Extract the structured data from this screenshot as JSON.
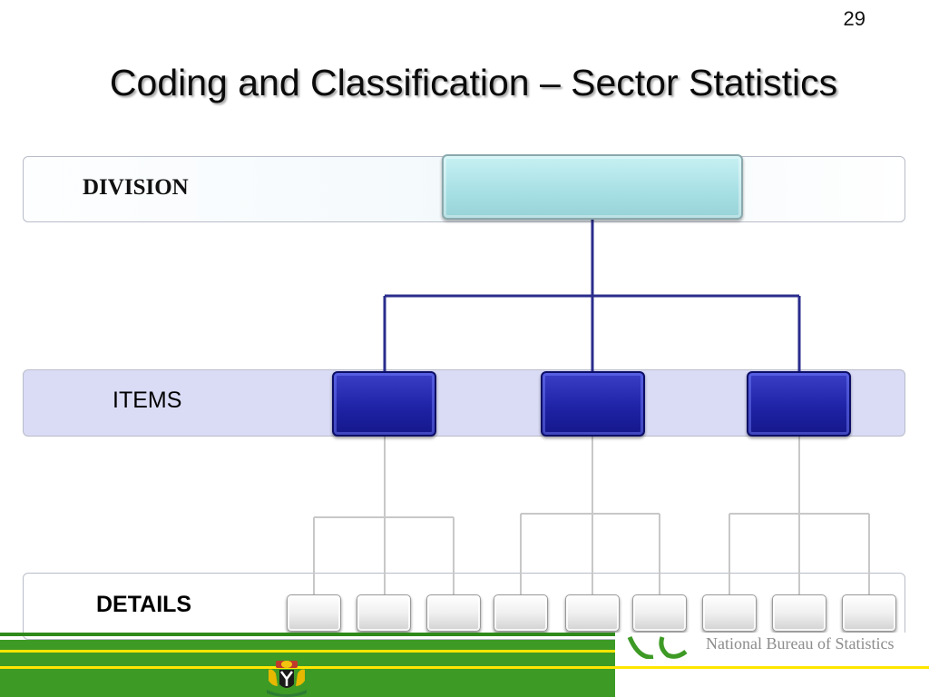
{
  "slide_number": "29",
  "title": "Coding and Classification – Sector Statistics",
  "levels": {
    "division": "DIVISION",
    "items": "ITEMS",
    "details": "DETAILS"
  },
  "footer": {
    "organization": "National Bureau of Statistics"
  },
  "colors": {
    "division_box": "#a6dfe4",
    "item_box": "#1f23a6",
    "detail_box": "#f0f0f0",
    "connector_dark": "#2a2d8c",
    "connector_light": "#c8c8c8",
    "footer_green": "#3d9a25",
    "footer_yellow": "#ffe600"
  }
}
